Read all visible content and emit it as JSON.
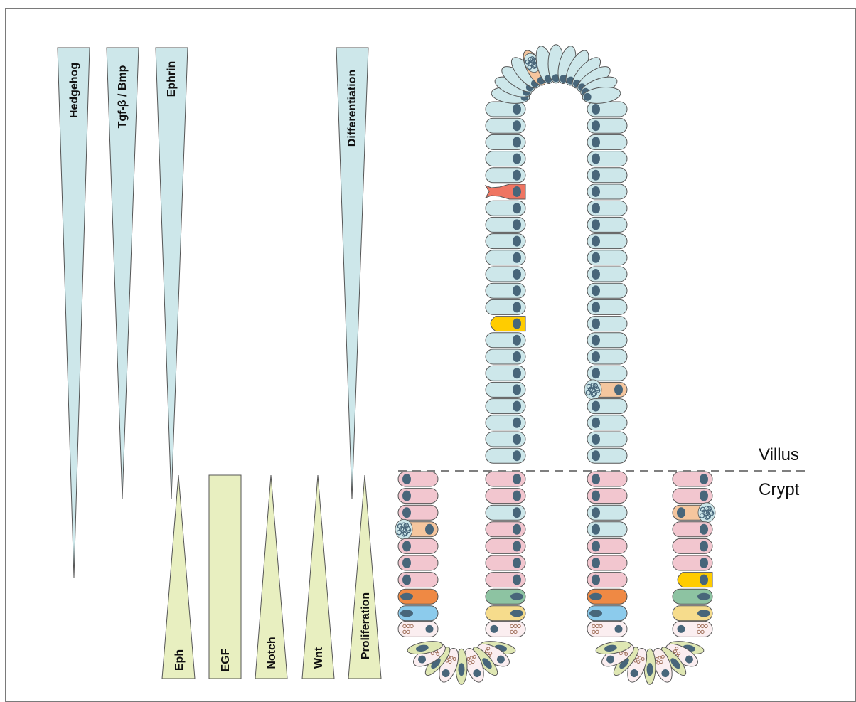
{
  "colors": {
    "frame": "#7a7a7a",
    "gradient_blue": "#cde7ea",
    "gradient_yellow": "#e8efc0",
    "enterocyte": "#cde7ea",
    "transit_amplifying": "#f2c6cf",
    "nucleus": "#48667a",
    "goblet": "#f5c69e",
    "enteroendocrine": "#ffcc00",
    "tuft": "#ef7562",
    "paneth": "#fbeef0",
    "stem": "#dfe7b3",
    "progenitor_orange": "#ef8944",
    "progenitor_blue": "#8ccbec",
    "progenitor_green": "#8dc3a2",
    "progenitor_yellow": "#f6dc8c",
    "boundary_line": "#7f7f7f"
  },
  "gradients_top": [
    {
      "label": "Hedgehog"
    },
    {
      "label": "Tgf-β / Bmp"
    },
    {
      "label": "Ephrin"
    },
    {
      "label": "Differentiation"
    }
  ],
  "gradients_bottom": [
    {
      "label": "Eph",
      "shape": "triangle"
    },
    {
      "label": "EGF",
      "shape": "rectangle"
    },
    {
      "label": "Notch",
      "shape": "triangle"
    },
    {
      "label": "Wnt",
      "shape": "triangle"
    },
    {
      "label": "Proliferation",
      "shape": "triangle"
    }
  ],
  "zones": {
    "villus_label": "Villus",
    "crypt_label": "Crypt"
  },
  "left_crypt_column": [
    "ta",
    "ta",
    "ta",
    "goblet",
    "ta",
    "ta",
    "ta",
    "prog_orange",
    "prog_blue",
    "paneth"
  ],
  "left_villus_inner_column": [
    "ta",
    "ta",
    "blue",
    "ta",
    "ta",
    "ta",
    "ta",
    "prog_green",
    "prog_yellow",
    "paneth"
  ],
  "right_villus_inner_column": [
    "ta",
    "ta",
    "blue",
    "blue",
    "ta",
    "ta",
    "ta",
    "prog_orange",
    "prog_blue",
    "paneth"
  ],
  "right_crypt_column": [
    "ta",
    "ta",
    "goblet",
    "ta",
    "ta",
    "ta",
    "eec",
    "prog_green",
    "prog_yellow",
    "paneth"
  ],
  "villus_special_cells": {
    "left": {
      "5": "tuft",
      "13": "eec"
    },
    "right": {
      "17": "goblet"
    }
  }
}
